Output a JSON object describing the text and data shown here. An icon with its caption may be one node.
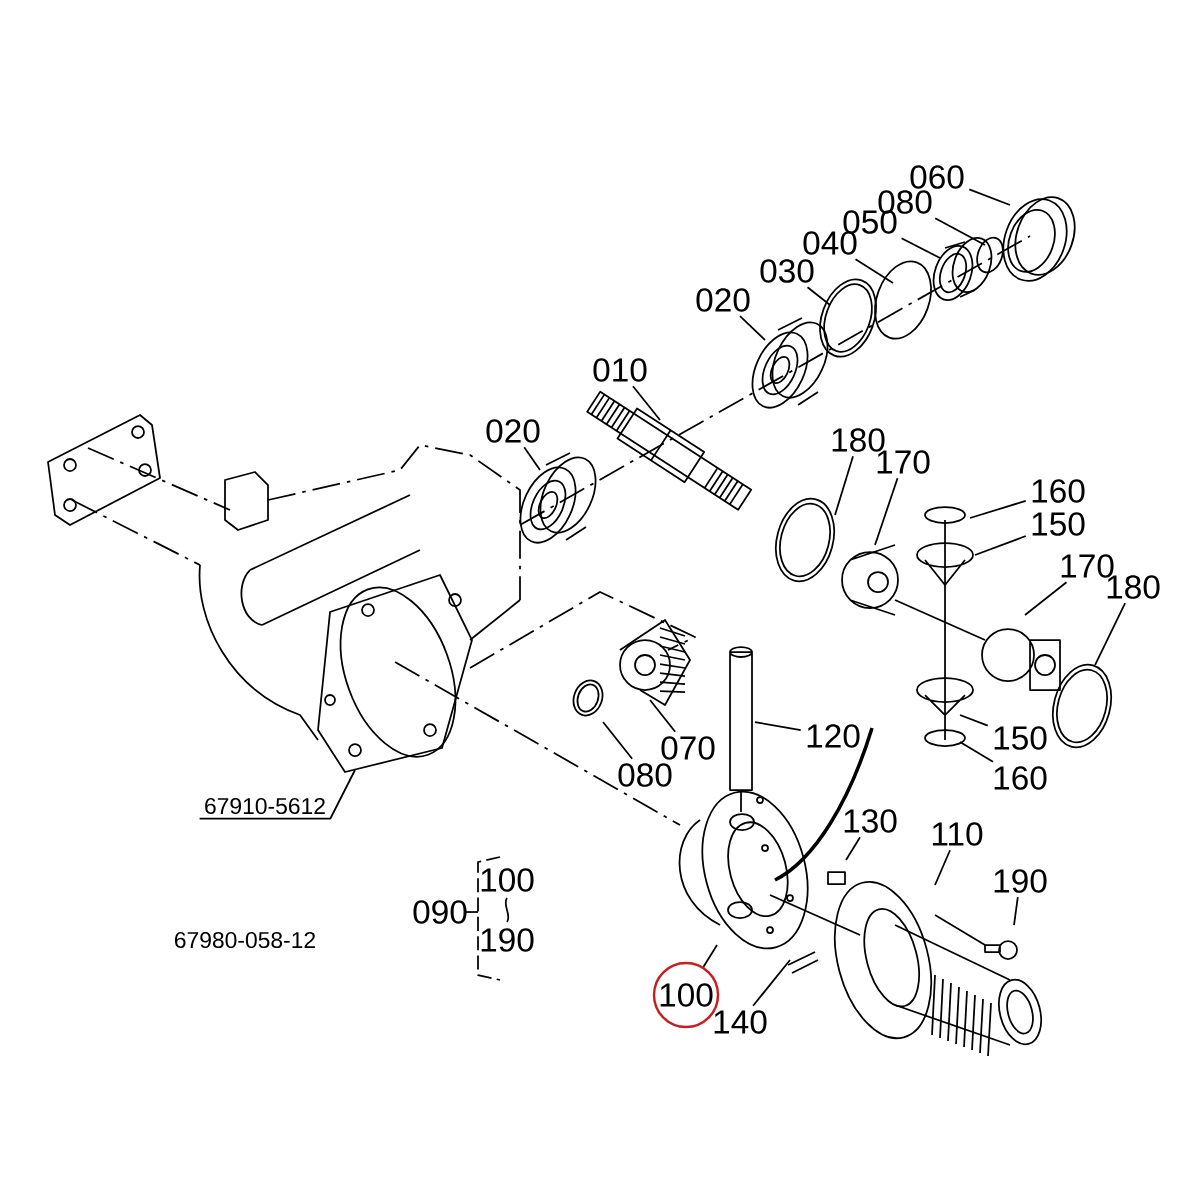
{
  "diagram": {
    "nodes": [
      {
        "text": [
          "060"
        ]
      },
      {
        "text": [
          "080"
        ]
      },
      {
        "text": [
          "050"
        ]
      },
      {
        "text": [
          "040"
        ]
      },
      {
        "text": [
          "030"
        ]
      },
      {
        "text": [
          "020"
        ]
      },
      {
        "text": [
          "010"
        ]
      },
      {
        "text": [
          "020"
        ]
      },
      {
        "text": [
          "180"
        ]
      },
      {
        "text": [
          "170"
        ]
      },
      {
        "text": [
          "160"
        ]
      },
      {
        "text": [
          "150"
        ]
      },
      {
        "text": [
          "170"
        ]
      },
      {
        "text": [
          "180"
        ]
      },
      {
        "text": [
          "150"
        ]
      },
      {
        "text": [
          "160"
        ]
      },
      {
        "text": [
          "120"
        ]
      },
      {
        "text": [
          "070"
        ]
      },
      {
        "text": [
          "080"
        ]
      },
      {
        "text": [
          "130"
        ]
      },
      {
        "text": [
          "110"
        ]
      },
      {
        "text": [
          "190"
        ]
      },
      {
        "text": [
          "100"
        ]
      },
      {
        "text": [
          "140"
        ]
      },
      {
        "text": [
          "67910-5612"
        ]
      }
    ],
    "edges": [
      {
        "from": 0,
        "to": null,
        "arrow": "none"
      },
      {
        "from": 1,
        "to": null,
        "arrow": "none"
      },
      {
        "from": 2,
        "to": null,
        "arrow": "none"
      },
      {
        "from": 3,
        "to": null,
        "arrow": "none"
      },
      {
        "from": 4,
        "to": null,
        "arrow": "none"
      },
      {
        "from": 5,
        "to": null,
        "arrow": "none"
      },
      {
        "from": 6,
        "to": null,
        "arrow": "none"
      },
      {
        "from": 7,
        "to": null,
        "arrow": "none"
      },
      {
        "from": 8,
        "to": null,
        "arrow": "none"
      },
      {
        "from": 9,
        "to": null,
        "arrow": "none"
      },
      {
        "from": 10,
        "to": null,
        "arrow": "none"
      },
      {
        "from": 11,
        "to": null,
        "arrow": "none"
      },
      {
        "from": 12,
        "to": null,
        "arrow": "none"
      },
      {
        "from": 13,
        "to": null,
        "arrow": "none"
      },
      {
        "from": 14,
        "to": null,
        "arrow": "none"
      },
      {
        "from": 15,
        "to": null,
        "arrow": "none"
      },
      {
        "from": 16,
        "to": null,
        "arrow": "none"
      },
      {
        "from": 17,
        "to": null,
        "arrow": "none"
      },
      {
        "from": 18,
        "to": null,
        "arrow": "none"
      },
      {
        "from": 19,
        "to": null,
        "arrow": "none"
      },
      {
        "from": 20,
        "to": null,
        "arrow": "none"
      },
      {
        "from": 21,
        "to": null,
        "arrow": "none"
      },
      {
        "from": 22,
        "to": null,
        "arrow": "none"
      },
      {
        "from": 23,
        "to": null,
        "arrow": "none"
      },
      {
        "from": 24,
        "to": null,
        "arrow": "none"
      }
    ],
    "labels": [
      "090",
      "100",
      "190",
      "67980-058-12"
    ]
  }
}
